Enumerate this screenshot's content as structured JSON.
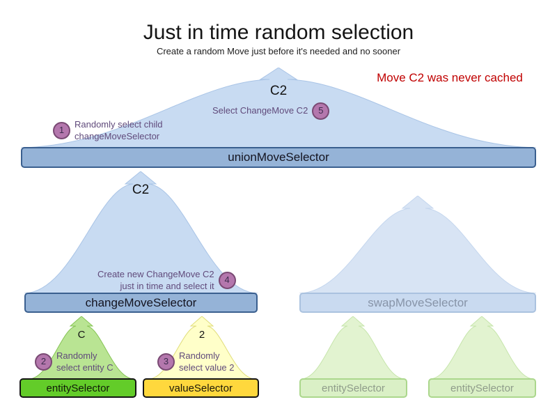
{
  "page": {
    "title": "Just in time random selection",
    "subtitle": "Create a random Move just before it's needed and no sooner",
    "note": "Move C2 was never cached"
  },
  "colors": {
    "note_red": "#c00000",
    "annotation_purple": "#604a7b",
    "badge_fill": "#b477ad",
    "active_bar_blue": "#95b3d7",
    "funnel_blue": "#c8dbf2",
    "faded_bar_blue": "#c9daf0",
    "entity_bar_green": "#63cc29",
    "value_bar_yellow": "#ffd83d",
    "faded_bar_green": "#daf0c6"
  },
  "union": {
    "label": "unionMoveSelector",
    "move": "C2"
  },
  "change": {
    "label": "changeMoveSelector",
    "move": "C2"
  },
  "swap": {
    "label": "swapMoveSelector"
  },
  "entity": {
    "label": "entitySelector",
    "value": "C"
  },
  "value": {
    "label": "valueSelector",
    "value": "2"
  },
  "faded_entity_left": {
    "label": "entitySelector"
  },
  "faded_entity_right": {
    "label": "entitySelector"
  },
  "steps": {
    "s1": {
      "num": "1",
      "line1": "Randomly select child",
      "line2": "changeMoveSelector"
    },
    "s2": {
      "num": "2",
      "line1": "Randomly",
      "line2": "select entity C"
    },
    "s3": {
      "num": "3",
      "line1": "Randomly",
      "line2": "select value 2"
    },
    "s4": {
      "num": "4",
      "line1": "Create new ChangeMove C2",
      "line2": "just in time and select it"
    },
    "s5": {
      "num": "5",
      "text": "Select ChangeMove C2"
    }
  }
}
